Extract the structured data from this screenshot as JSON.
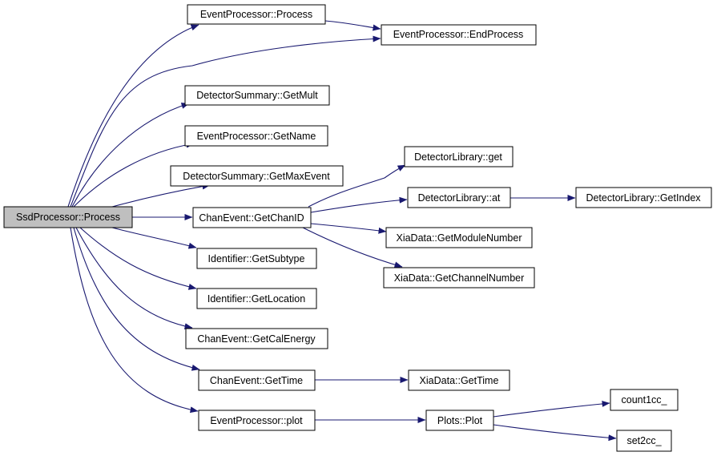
{
  "colors": {
    "edge": "#191970",
    "node_border": "#000000",
    "node_fill": "#ffffff",
    "root_fill": "#bfbfbf"
  },
  "nodes": {
    "ssd_process": "SsdProcessor::Process",
    "ep_process": "EventProcessor::Process",
    "ep_endprocess": "EventProcessor::EndProcess",
    "ds_getmult": "DetectorSummary::GetMult",
    "ep_getname": "EventProcessor::GetName",
    "ds_getmaxevent": "DetectorSummary::GetMaxEvent",
    "ce_getchanid": "ChanEvent::GetChanID",
    "dl_get": "DetectorLibrary::get",
    "dl_at": "DetectorLibrary::at",
    "dl_getindex": "DetectorLibrary::GetIndex",
    "xd_getmodulenumber": "XiaData::GetModuleNumber",
    "xd_getchannelnumber": "XiaData::GetChannelNumber",
    "id_getsubtype": "Identifier::GetSubtype",
    "id_getlocation": "Identifier::GetLocation",
    "ce_getcalenergy": "ChanEvent::GetCalEnergy",
    "ce_gettime": "ChanEvent::GetTime",
    "xd_gettime": "XiaData::GetTime",
    "ep_plot": "EventProcessor::plot",
    "plots_plot": "Plots::Plot",
    "count1cc": "count1cc_",
    "set2cc": "set2cc_"
  }
}
